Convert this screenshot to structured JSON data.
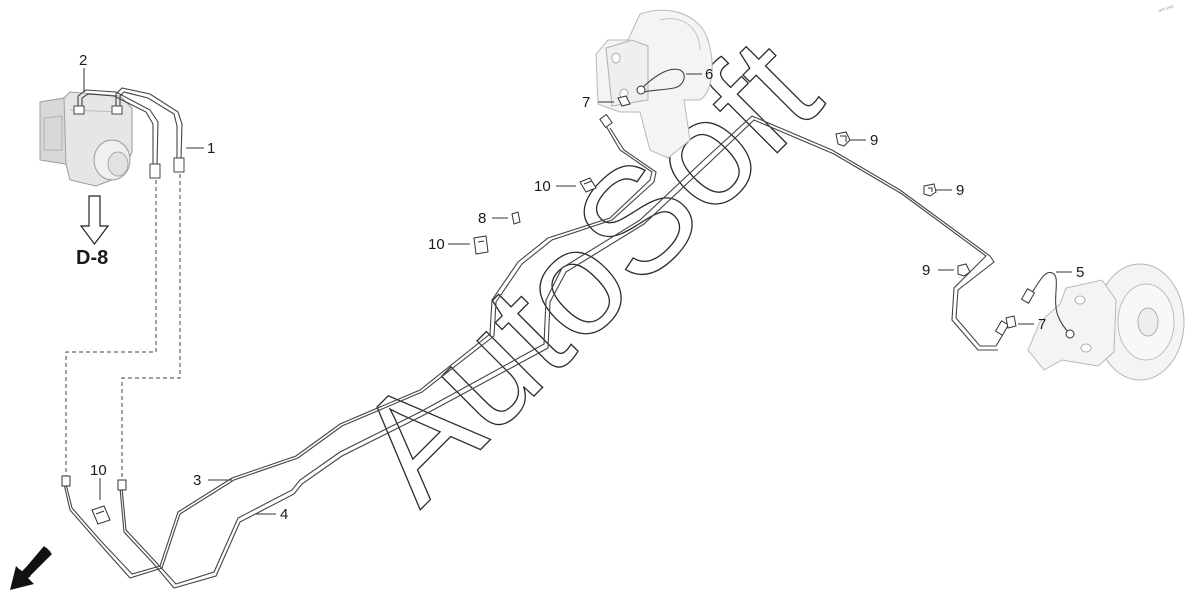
{
  "diagram": {
    "reference": "D-8",
    "watermark": "AutoSoft",
    "corner_mark": "ath swp",
    "callouts": [
      {
        "id": "c1",
        "text": "1"
      },
      {
        "id": "c2",
        "text": "2"
      },
      {
        "id": "c3",
        "text": "3"
      },
      {
        "id": "c4",
        "text": "4"
      },
      {
        "id": "c5",
        "text": "5"
      },
      {
        "id": "c6",
        "text": "6"
      },
      {
        "id": "c7a",
        "text": "7"
      },
      {
        "id": "c7b",
        "text": "7"
      },
      {
        "id": "c8",
        "text": "8"
      },
      {
        "id": "c9a",
        "text": "9"
      },
      {
        "id": "c9b",
        "text": "9"
      },
      {
        "id": "c9c",
        "text": "9"
      },
      {
        "id": "c10a",
        "text": "10"
      },
      {
        "id": "c10b",
        "text": "10"
      },
      {
        "id": "c10c",
        "text": "10"
      }
    ]
  }
}
